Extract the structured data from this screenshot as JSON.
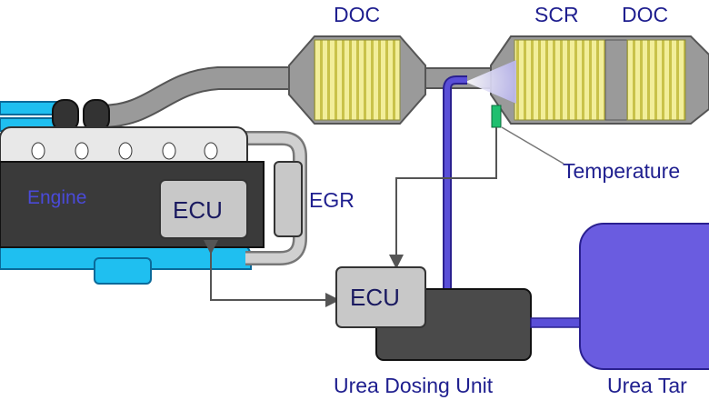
{
  "labels": {
    "doc_front": "DOC",
    "scr": "SCR",
    "doc_rear": "DOC",
    "temperature": "Temperature",
    "egr": "EGR",
    "engine": "Engine",
    "ecu_engine": "ECU",
    "ecu_dosing": "ECU",
    "urea_dosing_unit": "Urea Dosing Unit",
    "urea_tank": "Urea Tar"
  },
  "colors": {
    "exhaust_pipe": "#9a9a9a",
    "catalyst_yellow": "#f2ee9a",
    "catalyst_stripe": "#c9c24a",
    "engine_body": "#3a3a3a",
    "engine_cooling": "#1fbff0",
    "ecu_box": "#c8c8c8",
    "urea_line": "#4a3fc8",
    "urea_tank": "#6a5ce0",
    "dosing_unit": "#4a4a4a",
    "label_text": "#1f1f8f",
    "sensor": "#1fbf6f"
  }
}
